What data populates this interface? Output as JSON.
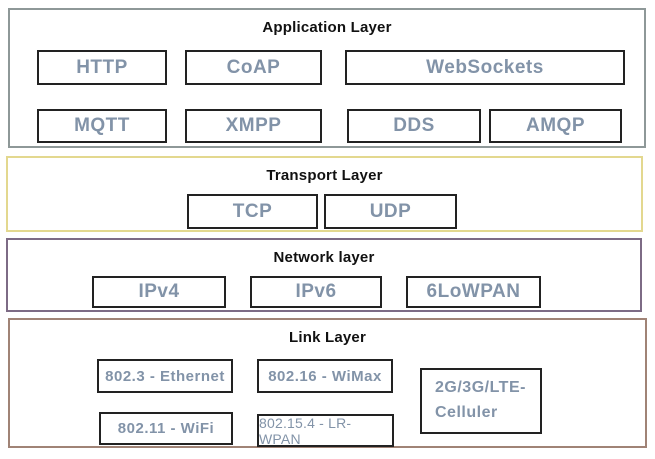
{
  "colors": {
    "application_border": "#8e9898",
    "transport_border": "#e3d88f",
    "network_border": "#7d6b85",
    "link_border": "#a08376",
    "box_border": "#222222",
    "box_text": "#8293a8",
    "title_text": "#111111"
  },
  "layers": {
    "application": {
      "title": "Application Layer",
      "boxes": {
        "http": "HTTP",
        "coap": "CoAP",
        "websockets": "WebSockets",
        "mqtt": "MQTT",
        "xmpp": "XMPP",
        "dds": "DDS",
        "amqp": "AMQP"
      }
    },
    "transport": {
      "title": "Transport Layer",
      "boxes": {
        "tcp": "TCP",
        "udp": "UDP"
      }
    },
    "network": {
      "title": "Network layer",
      "boxes": {
        "ipv4": "IPv4",
        "ipv6": "IPv6",
        "sixlowpan": "6LoWPAN"
      }
    },
    "link": {
      "title": "Link Layer",
      "boxes": {
        "ethernet": "802.3 - Ethernet",
        "wimax": "802.16 - WiMax",
        "cellular_line1": "2G/3G/LTE-",
        "cellular_line2": "Celluler",
        "wifi": "802.11 - WiFi",
        "lrwpan": "802.15.4 - LR-WPAN"
      }
    }
  }
}
